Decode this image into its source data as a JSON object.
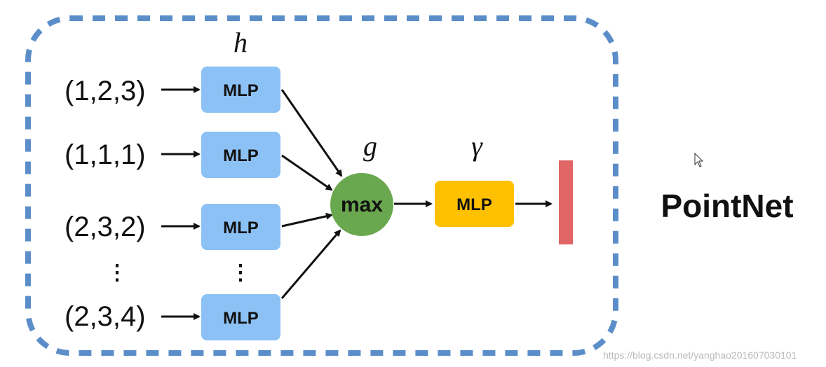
{
  "diagram": {
    "inputs": [
      "(1,2,3)",
      "(1,1,1)",
      "(2,3,2)",
      "(2,3,4)"
    ],
    "ellipsis": "⋮",
    "h_label": "h",
    "g_label": "g",
    "gamma_label": "γ",
    "mlp_label": "MLP",
    "max_label": "max",
    "title": "PointNet",
    "watermark": "https://blog.csdn.net/yanghao201607030101"
  },
  "colors": {
    "mlp_blue": "#8cc1f5",
    "max_green": "#6aa84f",
    "mlp_yellow": "#ffc000",
    "output_red": "#e06666",
    "border_dash": "#5b8ec9"
  },
  "icons": [
    "cursor-icon"
  ]
}
